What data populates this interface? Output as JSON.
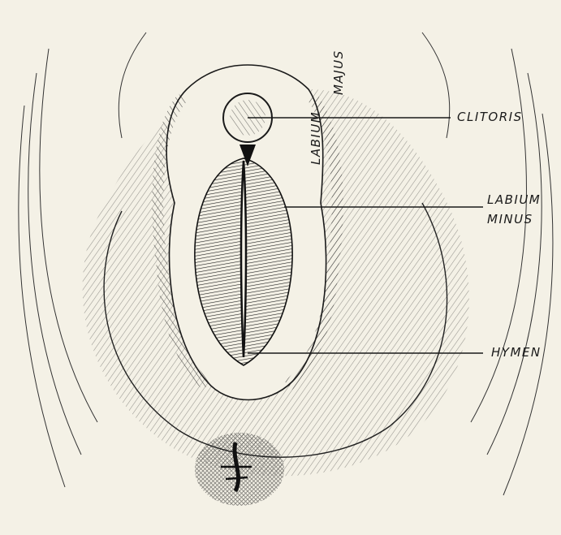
{
  "labels": {
    "clitoris": "CLITORIS",
    "labium_majus_1": "LABIUM",
    "labium_majus_2": "MAJUS",
    "labium_minus_1": "LABIUM",
    "labium_minus_2": "MINUS",
    "hymen": "HYMEN"
  },
  "colors": {
    "background": "#f4f1e6",
    "ink": "#1a1a1a"
  }
}
